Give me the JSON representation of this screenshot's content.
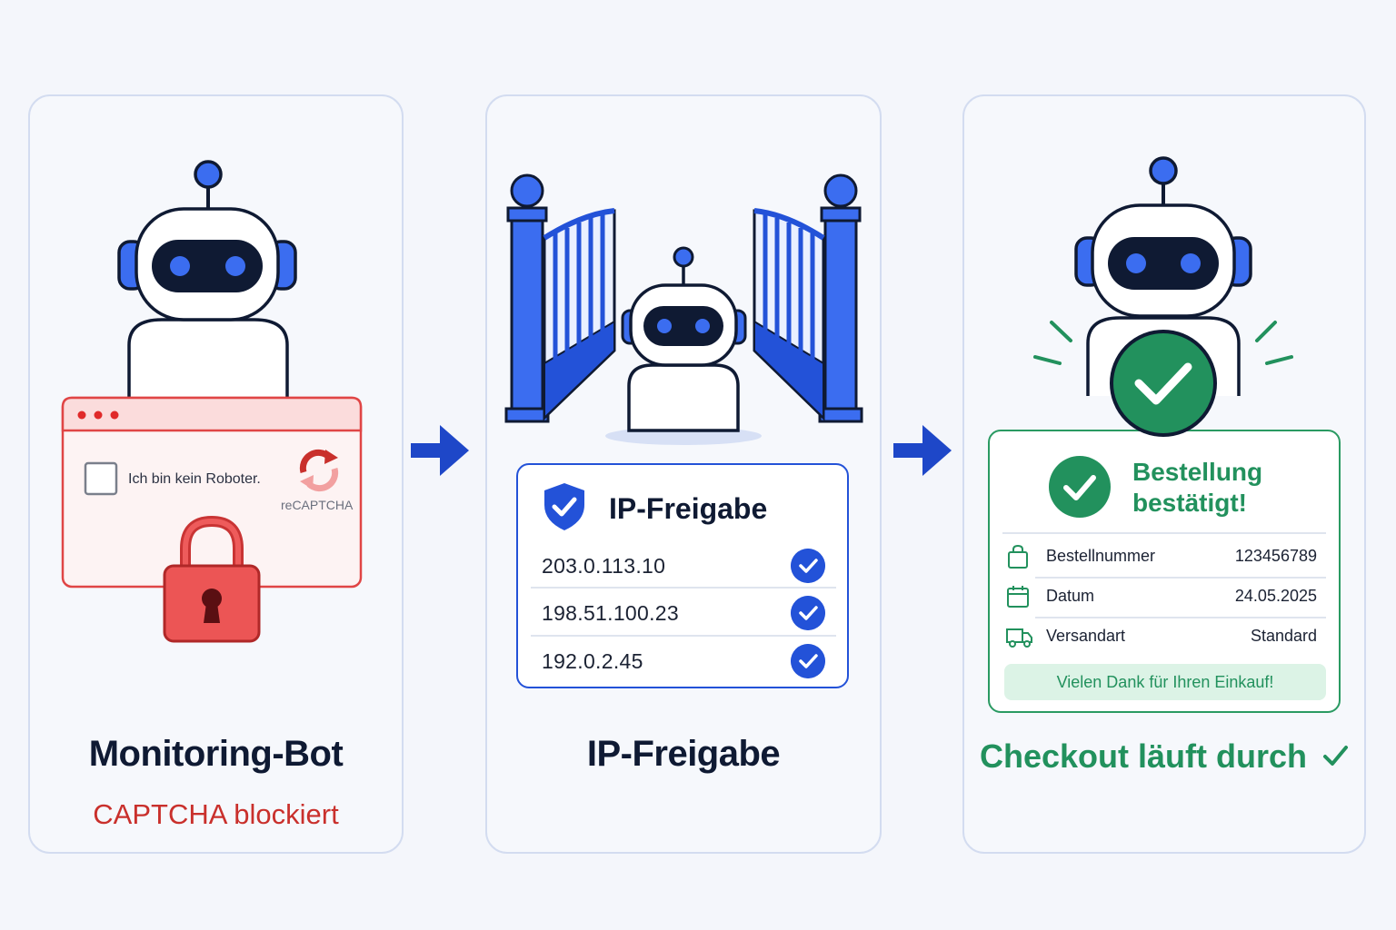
{
  "panels": {
    "bot": {
      "title": "Monitoring-Bot",
      "subtitle": "CAPTCHA blockiert",
      "captcha": {
        "checkbox_label": "Ich bin kein Roboter.",
        "brand": "reCAPTCHA"
      }
    },
    "whitelist": {
      "title": "IP-Freigabe",
      "card_title": "IP-Freigabe",
      "ips": [
        "203.0.113.10",
        "198.51.100.23",
        "192.0.2.45"
      ]
    },
    "checkout": {
      "title": "Checkout läuft durch",
      "order": {
        "title_line1": "Bestellung",
        "title_line2": "bestätigt!",
        "rows": [
          {
            "label": "Bestellnummer",
            "value": "123456789",
            "icon": "shopping-bag-icon"
          },
          {
            "label": "Datum",
            "value": "24.05.2025",
            "icon": "calendar-icon"
          },
          {
            "label": "Versandart",
            "value": "Standard",
            "icon": "truck-icon"
          }
        ],
        "thanks": "Vielen Dank für Ihren Einkauf!"
      }
    }
  },
  "colors": {
    "blue": "#2352d8",
    "navy": "#0f1a33",
    "red": "#e04545",
    "green": "#22915d"
  }
}
